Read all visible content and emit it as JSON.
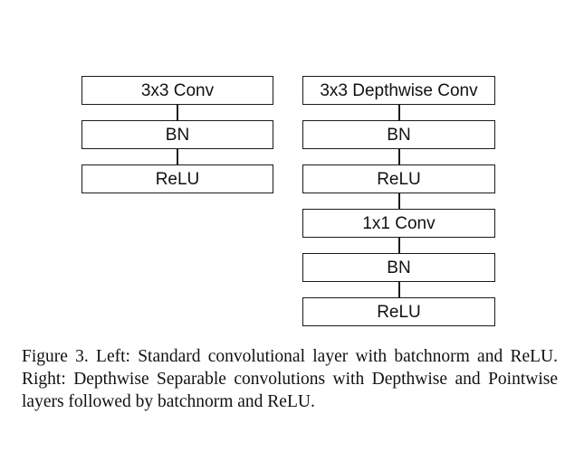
{
  "diagram": {
    "left_column": {
      "blocks": [
        "3x3 Conv",
        "BN",
        "ReLU"
      ]
    },
    "right_column": {
      "blocks": [
        "3x3 Depthwise Conv",
        "BN",
        "ReLU",
        "1x1 Conv",
        "BN",
        "ReLU"
      ]
    },
    "stroke_color": "#1a1a1a"
  },
  "caption": {
    "text": "Figure 3. Left: Standard convolutional layer with batchnorm and ReLU. Right: Depthwise Separable convolutions with Depthwise and Pointwise layers followed by batchnorm and ReLU."
  }
}
